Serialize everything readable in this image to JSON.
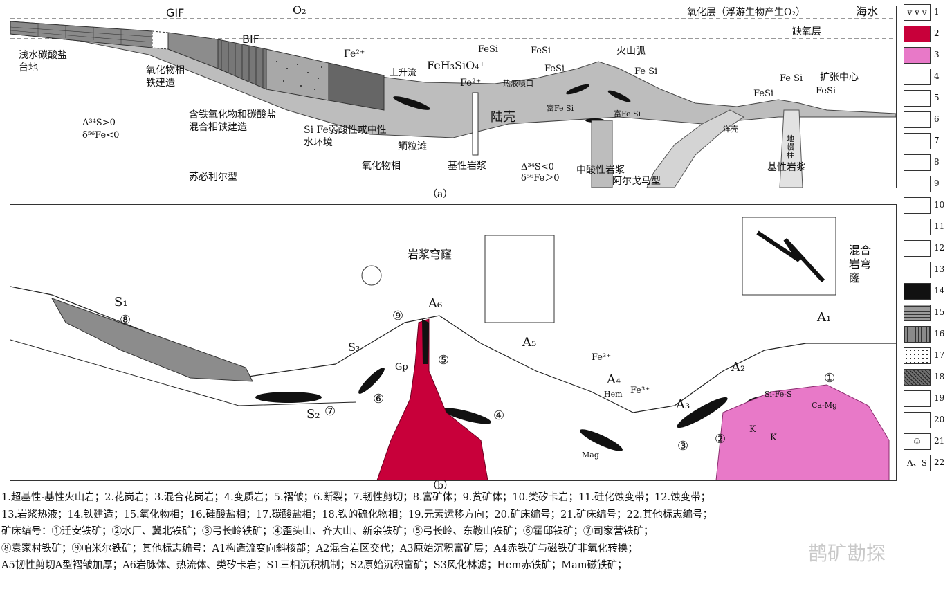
{
  "panel_a": {
    "caption": "（a）",
    "labels": {
      "gif": "GIF",
      "o2": "O₂",
      "oxide_layer": "氧化层（浮游生物产生O₂）",
      "seawater": "海水",
      "anoxic_layer": "缺氧层",
      "bif": "BIF",
      "fe2_top": "Fe²⁺",
      "feh3sio4": "FeH₃SiO₄⁺",
      "fesi_1": "FeSi",
      "fesi_2": "FeSi",
      "fesi_3": "FeSi",
      "fesi_4": "Fe Si",
      "volcanic_arc": "火山弧",
      "shallow_carbonate": "浅水碳酸盐台地",
      "oxide_facies_bif": "氧化物相铁建造",
      "upwelling": "上升流",
      "fe2_vent": "Fe²⁺",
      "hydrothermal_vent": "热液喷口",
      "rich_fesi_1": "富Fe Si",
      "rich_fesi_2": "富Fe Si",
      "spreading_center": "扩张中心",
      "fesi_r1": "Fe Si",
      "fesi_r2": "FeSi",
      "fesi_r3": "FeSi",
      "continental_crust": "陆壳",
      "oceanic_crust": "洋壳",
      "mixed_facies": "含铁氧化物和碳酸盐混合相铁建造",
      "weak_acid_env": "Si Fe弱酸性或中性水环境",
      "oolitic_beach": "鲕粒滩",
      "delta_s_pos": "Δ³⁴S>0",
      "delta_fe_neg": "δ⁵⁶Fe<0",
      "oxide_facies": "氧化物相",
      "basic_magma_1": "基性岩浆",
      "delta_s_neg": "Δ³⁴S<0",
      "delta_fe_pos": "δ⁵⁶Fe＞0",
      "intermediate_magma": "中酸性岩浆",
      "algoma_type": "阿尔戈马型",
      "superior_type": "苏必利尔型",
      "basic_magma_2": "基性岩浆",
      "mantle_plume": "地幔柱"
    }
  },
  "panel_b": {
    "caption": "（b）",
    "labels": {
      "magma_dome": "岩浆穹窿",
      "migmatite_dome": "混合岩穹窿",
      "s1": "S₁",
      "n8": "⑧",
      "n9": "⑨",
      "a6": "A₆",
      "s3": "S₃",
      "gp": "Gp",
      "n5": "⑤",
      "a5": "A₅",
      "n6": "⑥",
      "s2": "S₂",
      "n7": "⑦",
      "n4": "④",
      "fe3_1": "Fe³⁺",
      "a4": "A₄",
      "hem": "Hem",
      "fe3_2": "Fe³⁺",
      "mag": "Mag",
      "n3": "③",
      "a3": "A₃",
      "a2": "A₂",
      "a1": "A₁",
      "n1": "①",
      "n2": "②",
      "sifes": "Si-Fe-S",
      "camg": "Ca-Mg",
      "k1": "K",
      "k2": "K"
    }
  },
  "legend": {
    "numbers": [
      "1",
      "2",
      "3",
      "4",
      "5",
      "6",
      "7",
      "8",
      "9",
      "10",
      "11",
      "12",
      "13",
      "14",
      "15",
      "16",
      "17",
      "18",
      "19",
      "20",
      "21",
      "22"
    ],
    "text_box_1": "v v v",
    "text_box_21": "①",
    "text_box_22": "A、S"
  },
  "caption_lines": [
    "1.超基性-基性火山岩；2.花岗岩；3.混合花岗岩；4.变质岩；5.褶皱；6.断裂；7.韧性剪切；8.富矿体；9.贫矿体；10.类矽卡岩；11.硅化蚀变带；12.蚀变带；",
    "13.岩浆热液；14.铁建造；15.氧化物相；16.硅酸盐相；17.碳酸盐相；18.铁的硫化物相；19.元素运移方向；20.矿床编号；21.矿床编号；22.其他标志编号；",
    "矿床编号：①迁安铁矿；②水厂、冀北铁矿；③弓长岭铁矿；④歪头山、齐大山、新余铁矿；⑤弓长岭、东鞍山铁矿；⑥霍邱铁矿；⑦司家营铁矿；",
    "⑧袁家村铁矿；⑨帕米尔铁矿；其他标志编号：A1构造流变向斜核部；A2混合岩区交代；A3原始沉积富矿层；A4赤铁矿与磁铁矿非氧化转换；",
    "A5韧性剪切A型褶皱加厚；A6岩脉体、热流体、类矽卡岩；S1三相沉积机制；S2原始沉积富矿；S3风化林滤；Hem赤铁矿；Mam磁铁矿；"
  ],
  "watermark": "鹊矿勘探",
  "colors": {
    "granite": "#c8003a",
    "migmatite": "#e879c8",
    "crust": "#bdbdbd",
    "oxide": "#8c8c8c"
  }
}
